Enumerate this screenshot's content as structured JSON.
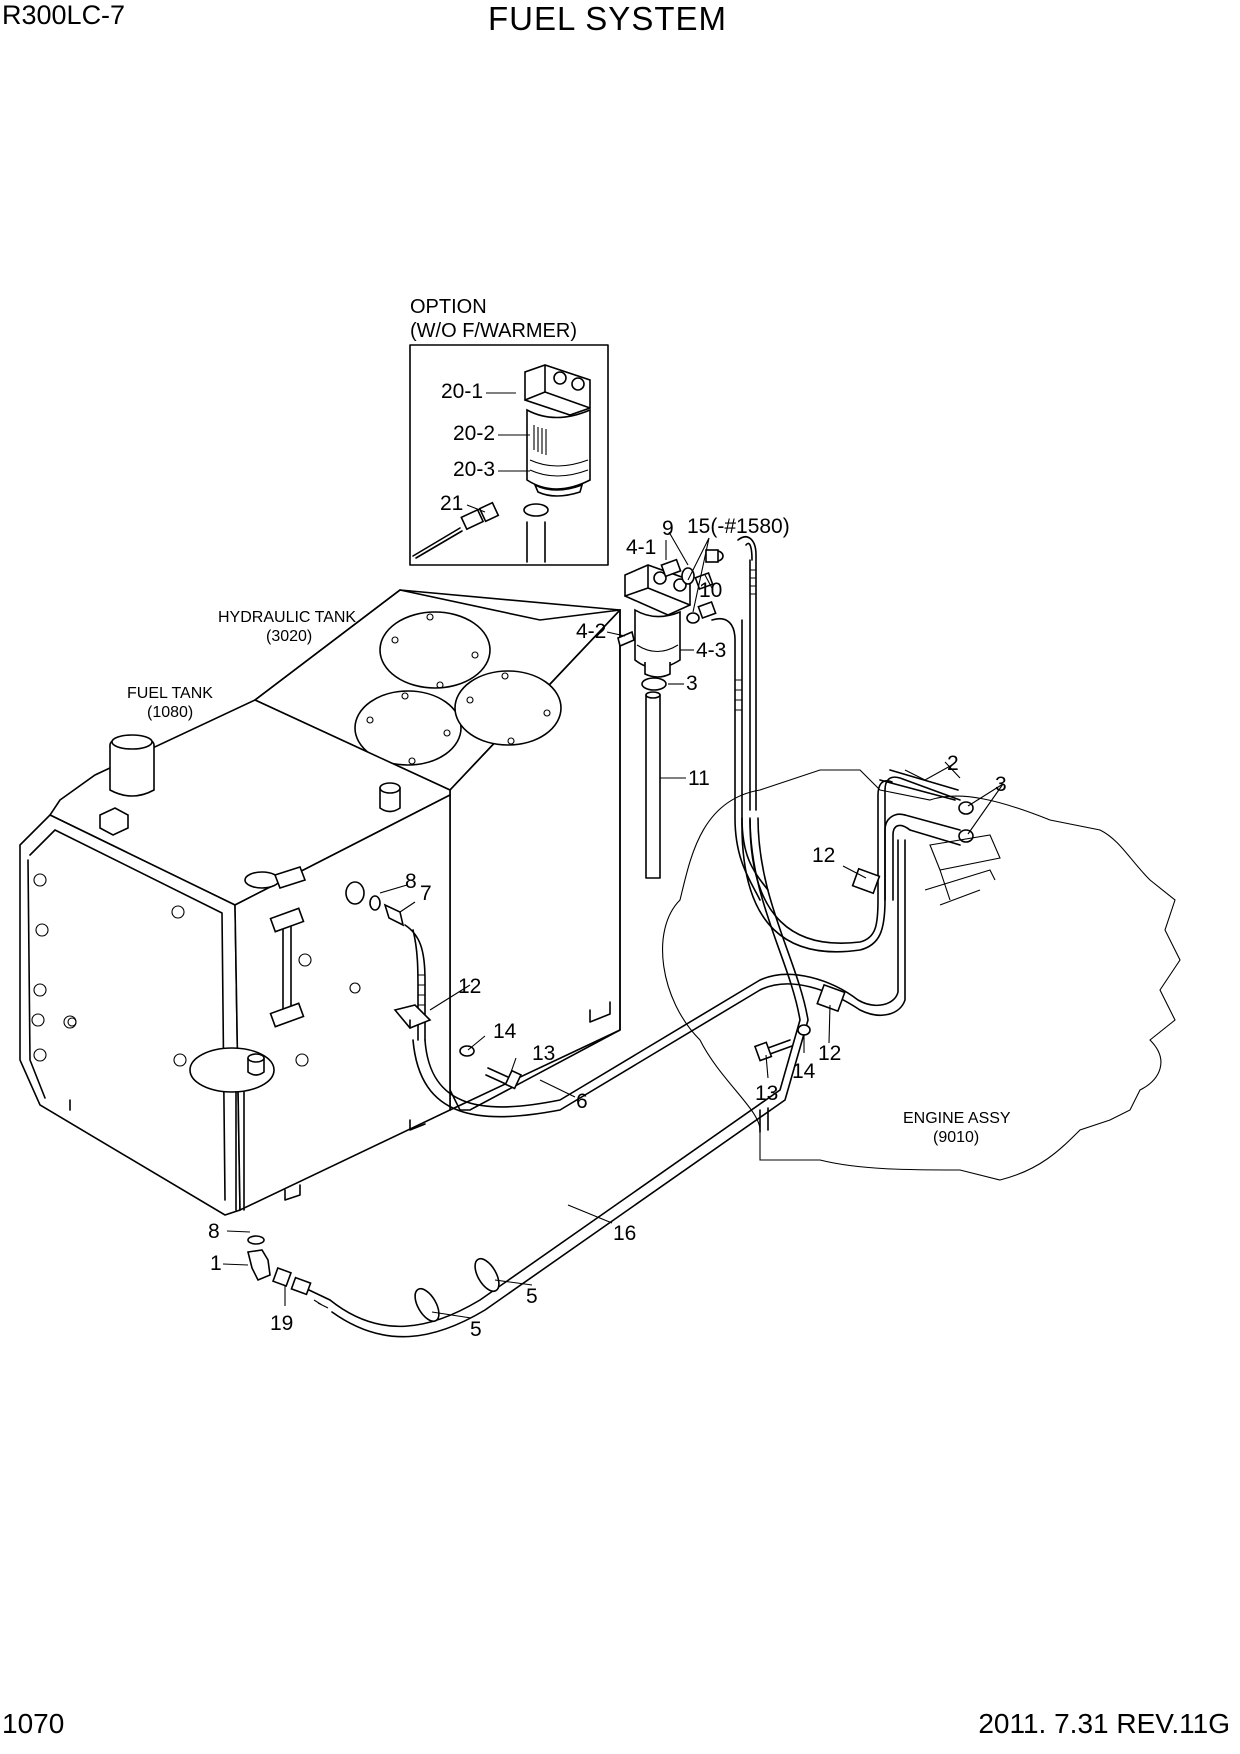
{
  "header": {
    "model": "R300LC-7",
    "title": "FUEL SYSTEM"
  },
  "footer": {
    "page_number": "1070",
    "revision": "2011. 7.31  REV.11G"
  },
  "option": {
    "line1": "OPTION",
    "line2": "(W/O F/WARMER)"
  },
  "components": {
    "hydraulic_tank": {
      "name": "HYDRAULIC TANK",
      "ref": "(3020)"
    },
    "fuel_tank": {
      "name": "FUEL TANK",
      "ref": "(1080)"
    },
    "engine": {
      "name": "ENGINE ASSY",
      "ref": "(9010)"
    }
  },
  "callouts": {
    "c20_1": "20-1",
    "c20_2": "20-2",
    "c20_3": "20-3",
    "c21": "21",
    "c9": "9",
    "c15": "15(-#1580)",
    "c4_1": "4-1",
    "c10": "10",
    "c4_2": "4-2",
    "c4_3": "4-3",
    "c3a": "3",
    "c11": "11",
    "c2": "2",
    "c3b": "3",
    "c12a": "12",
    "c8a": "8",
    "c7": "7",
    "c12b": "12",
    "c14a": "14",
    "c13a": "13",
    "c6": "6",
    "c13b": "13",
    "c14b": "14",
    "c12c": "12",
    "c16": "16",
    "c8b": "8",
    "c1": "1",
    "c19": "19",
    "c5a": "5",
    "c5b": "5"
  }
}
